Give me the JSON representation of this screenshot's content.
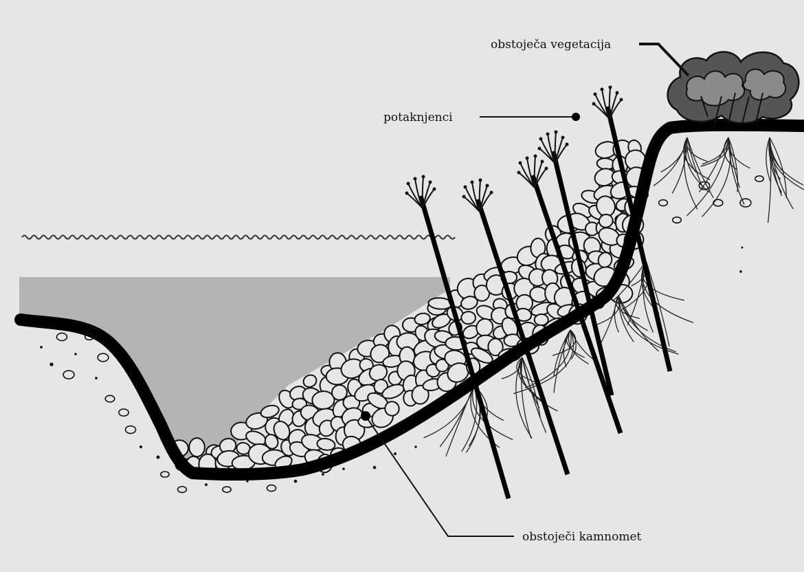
{
  "labels": {
    "vegetation": "obstoječa vegetacija",
    "cuttings": "potaknjenci",
    "riprap": "obstoječi kamnomet"
  },
  "colors": {
    "background": "#e6e6e6",
    "water": "#b4b4b4",
    "ground_line": "#000000",
    "stone_fill": "#e6e6e6",
    "foliage_dark": "#555555",
    "foliage_mid": "#8a8a8a"
  },
  "icons": {
    "water_surface": "wavy-line",
    "stones": "outlined-ovals",
    "cuttings": "branch-with-buds",
    "roots": "fine-lines",
    "bush": "cloud-foliage"
  }
}
